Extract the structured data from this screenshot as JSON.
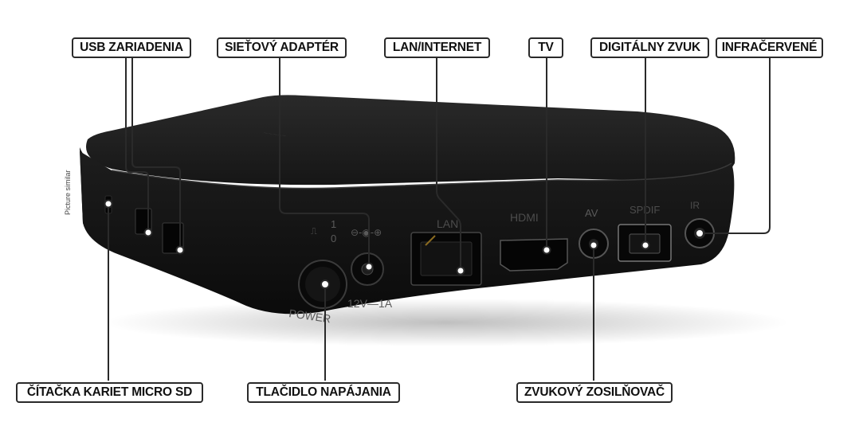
{
  "labels": {
    "usb": "USB ZARIADENIA",
    "adapter": "SIEŤOVÝ ADAPTÉR",
    "lan": "LAN/INTERNET",
    "tv": "TV",
    "digital_audio": "DIGITÁLNY ZVUK",
    "infrared": "INFRAČERVENÉ",
    "sd_reader": "ČÍTAČKA KARIET MICRO SD",
    "power_button": "TLAČIDLO NAPÁJANIA",
    "amplifier": "ZVUKOVÝ ZOSILŇOVAČ"
  },
  "device_markings": {
    "lan": "LAN",
    "hdmi": "HDMI",
    "av": "AV",
    "spdif": "SPDIF",
    "ir": "IR",
    "power": "POWER",
    "voltage": "12V—1A",
    "usb1": "1",
    "usb0": "0"
  },
  "note": "Picture similar",
  "colors": {
    "device": "#121212",
    "device_top": "#1c1c1c",
    "callout_line": "#2a2a2a",
    "label_border": "#2a2a2a"
  }
}
